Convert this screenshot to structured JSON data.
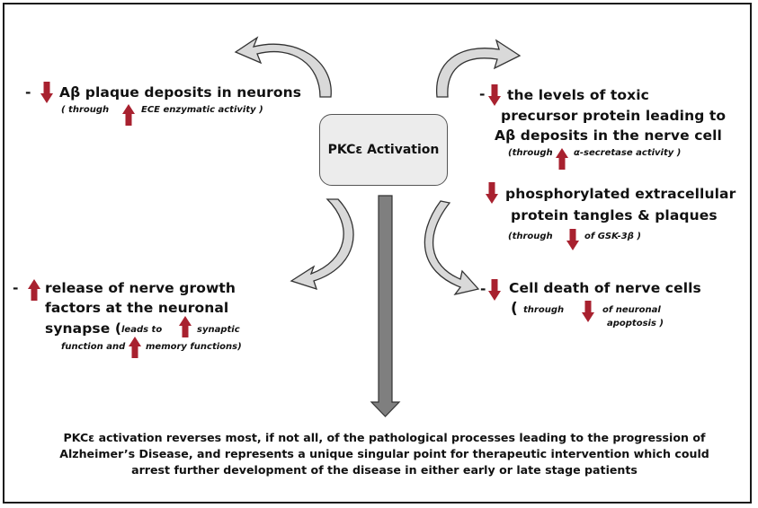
{
  "center_node": {
    "label": "PKCε Activation"
  },
  "left_top": {
    "dash": "-",
    "main": "Aβ plaque deposits in neurons",
    "sub_open": "( through",
    "sub_close": "ECE enzymatic activity )"
  },
  "right_top": {
    "dash": "-",
    "line1": "the levels of toxic",
    "line2": "precursor protein leading to",
    "line3": "Aβ deposits in the nerve cell",
    "sub_open": "(through",
    "sub_close": "α-secretase activity )"
  },
  "right_mid": {
    "line1": "phosphorylated extracellular",
    "line2": "protein tangles & plaques",
    "sub_open": "(through",
    "sub_close": "of GSK-3β )"
  },
  "right_bottom": {
    "dash": "-",
    "main": "Cell death of nerve cells",
    "paren": "(",
    "sub1": "through",
    "sub2": "of neuronal",
    "sub3": "apoptosis )"
  },
  "left_bottom": {
    "dash": "-",
    "line1": "release of nerve growth",
    "line2": "factors at the neuronal",
    "line3": "synapse (",
    "sub1a": "leads to",
    "sub1b": "synaptic",
    "sub2a": "function and",
    "sub2b": "memory functions)"
  },
  "summary": "PKCε activation reverses most, if not all, of the pathological processes leading to the progression of Alzheimer’s Disease, and represents a unique singular point for therapeutic intervention which could arrest further development of the disease in either early or late stage patients",
  "colors": {
    "marker_arrow": "#a8212f",
    "curved_arrow": "#d9d9d9",
    "down_arrow": "#7f7f7f",
    "box_fill": "#ececec"
  }
}
